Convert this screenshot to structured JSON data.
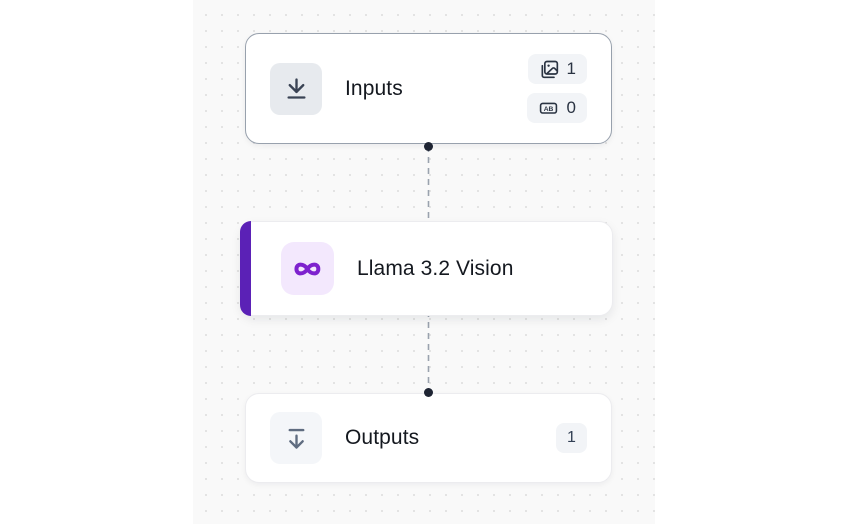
{
  "canvas": {
    "background_color": "#f9f9f9",
    "dot_color": "#e3e3e3"
  },
  "colors": {
    "accent_purple": "#5b21b6",
    "meta_purple": "#7e22ce",
    "model_icon_bg": "#f3e8fd",
    "selected_node_border": "#98a1ad",
    "edge_gray": "#9aa2ae",
    "handle_dark": "#1e2433",
    "badge_bg": "#f2f4f7"
  },
  "nodes": {
    "inputs": {
      "label": "Inputs",
      "icon": "arrow-down-to-line-icon",
      "selected": true,
      "badges": [
        {
          "icon": "images-icon",
          "value": "1"
        },
        {
          "icon": "text-ab-icon",
          "icon_text": "AB",
          "value": "0"
        }
      ]
    },
    "model": {
      "label": "Llama 3.2 Vision",
      "icon": "meta-infinity-icon"
    },
    "outputs": {
      "label": "Outputs",
      "icon": "arrow-down-from-line-icon",
      "badges": [
        {
          "value": "1"
        }
      ]
    }
  },
  "edges": [
    {
      "from": "inputs",
      "to": "outputs",
      "style": "dashed",
      "through": "model"
    }
  ]
}
